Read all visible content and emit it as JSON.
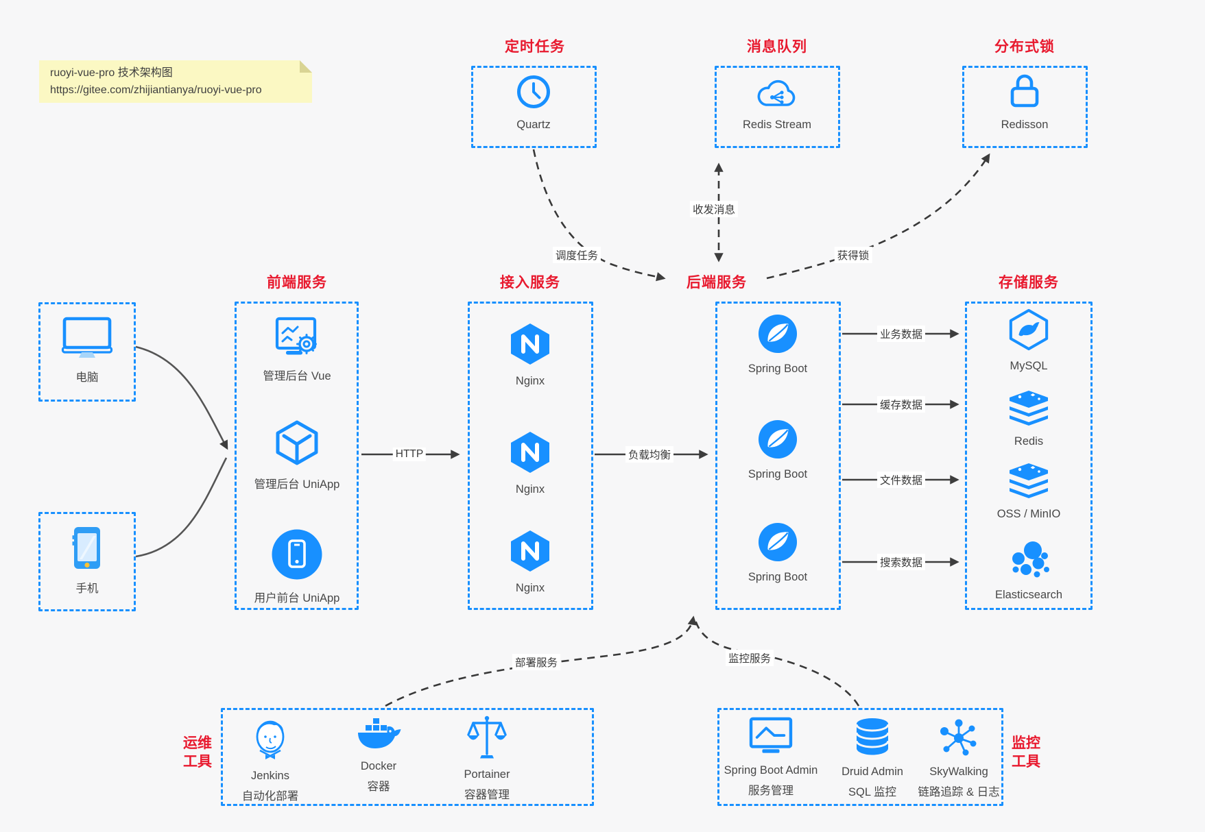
{
  "colors": {
    "accent": "#1890ff",
    "heading_red": "#e8192e",
    "arrow_gray": "#3d3d3d",
    "note_bg": "#fbf8c3"
  },
  "note": {
    "line1": "ruoyi-vue-pro 技术架构图",
    "line2": "https://gitee.com/zhijiantianya/ruoyi-vue-pro"
  },
  "top_groups": [
    {
      "title": "定时任务",
      "item": {
        "label": "Quartz",
        "icon": "clock-icon"
      }
    },
    {
      "title": "消息队列",
      "item": {
        "label": "Redis Stream",
        "icon": "cloud-share-icon"
      }
    },
    {
      "title": "分布式锁",
      "item": {
        "label": "Redisson",
        "icon": "lock-icon"
      }
    }
  ],
  "clients": [
    {
      "label": "电脑",
      "icon": "desktop-icon"
    },
    {
      "label": "手机",
      "icon": "smartphone-icon"
    }
  ],
  "columns": [
    {
      "title": "前端服务",
      "items": [
        {
          "label": "管理后台 Vue",
          "icon": "admin-console-icon"
        },
        {
          "label": "管理后台 UniApp",
          "icon": "cube-icon"
        },
        {
          "label": "用户前台 UniApp",
          "icon": "mobile-app-icon"
        }
      ]
    },
    {
      "title": "接入服务",
      "items": [
        {
          "label": "Nginx",
          "icon": "nginx-icon"
        },
        {
          "label": "Nginx",
          "icon": "nginx-icon"
        },
        {
          "label": "Nginx",
          "icon": "nginx-icon"
        }
      ]
    },
    {
      "title": "后端服务",
      "items": [
        {
          "label": "Spring Boot",
          "icon": "spring-icon"
        },
        {
          "label": "Spring Boot",
          "icon": "spring-icon"
        },
        {
          "label": "Spring Boot",
          "icon": "spring-icon"
        }
      ]
    },
    {
      "title": "存储服务",
      "items": [
        {
          "label": "MySQL",
          "icon": "mysql-icon"
        },
        {
          "label": "Redis",
          "icon": "redis-stack-icon"
        },
        {
          "label": "OSS / MinIO",
          "icon": "storage-stack-icon"
        },
        {
          "label": "Elasticsearch",
          "icon": "elasticsearch-icon"
        }
      ]
    }
  ],
  "edges": {
    "http": "HTTP",
    "load_balance": "负载均衡",
    "schedule": "调度任务",
    "message": "收发消息",
    "lock": "获得锁",
    "business": "业务数据",
    "cache": "缓存数据",
    "file": "文件数据",
    "search": "搜索数据",
    "deploy": "部署服务",
    "monitor": "监控服务"
  },
  "bottom_groups": [
    {
      "side_title_line1": "运维",
      "side_title_line2": "工具",
      "items": [
        {
          "label": "Jenkins",
          "desc": "自动化部署",
          "icon": "jenkins-icon"
        },
        {
          "label": "Docker",
          "desc": "容器",
          "icon": "docker-whale-icon"
        },
        {
          "label": "Portainer",
          "desc": "容器管理",
          "icon": "scales-icon"
        }
      ]
    },
    {
      "side_title_line1": "监控",
      "side_title_line2": "工具",
      "items": [
        {
          "label": "Spring Boot Admin",
          "desc": "服务管理",
          "icon": "monitor-chart-icon"
        },
        {
          "label": "Druid Admin",
          "desc": "SQL 监控",
          "icon": "database-icon"
        },
        {
          "label": "SkyWalking",
          "desc": "链路追踪 & 日志",
          "icon": "topology-icon"
        }
      ]
    }
  ]
}
